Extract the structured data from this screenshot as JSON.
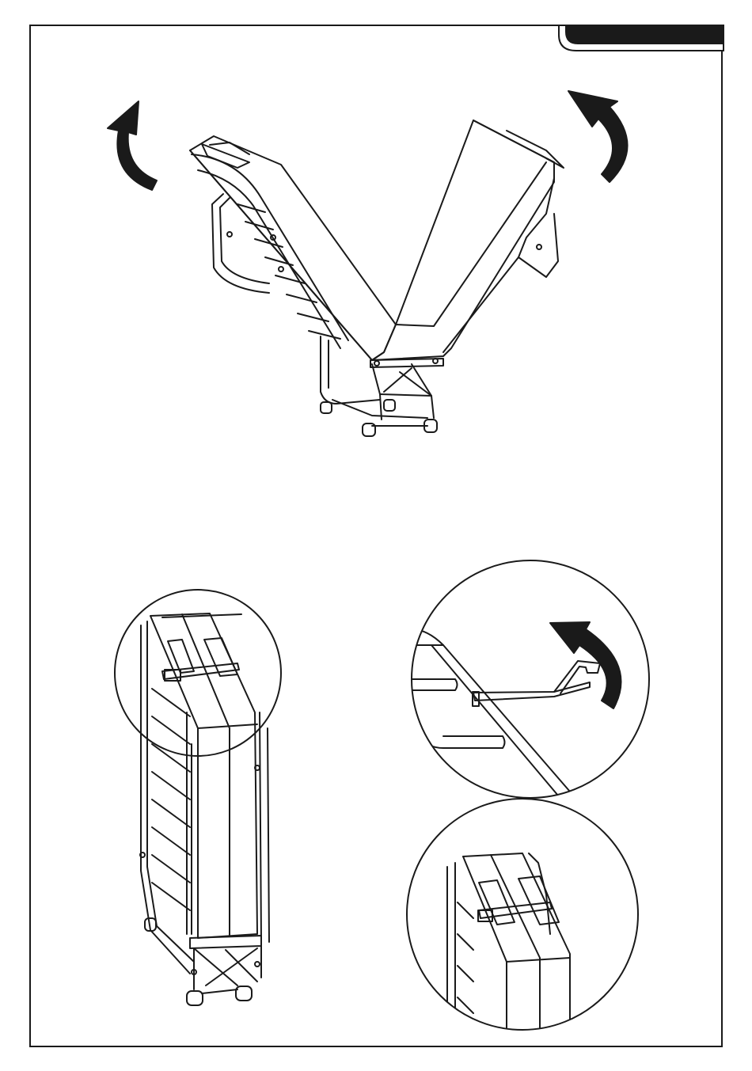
{
  "page": {
    "corner_tab_text": "",
    "colors": {
      "ink": "#1a1a1a",
      "paper": "#ffffff"
    }
  },
  "illustrations": {
    "top": {
      "name": "bed-unfolding",
      "icons": [
        "rotate-up-left-arrow-icon",
        "rotate-up-right-arrow-icon"
      ]
    },
    "folded": {
      "name": "folded-bed"
    },
    "detail_lever": {
      "name": "lever-detail",
      "icons": [
        "rotate-arrow-icon"
      ]
    },
    "detail_strap": {
      "name": "strap-detail"
    }
  }
}
